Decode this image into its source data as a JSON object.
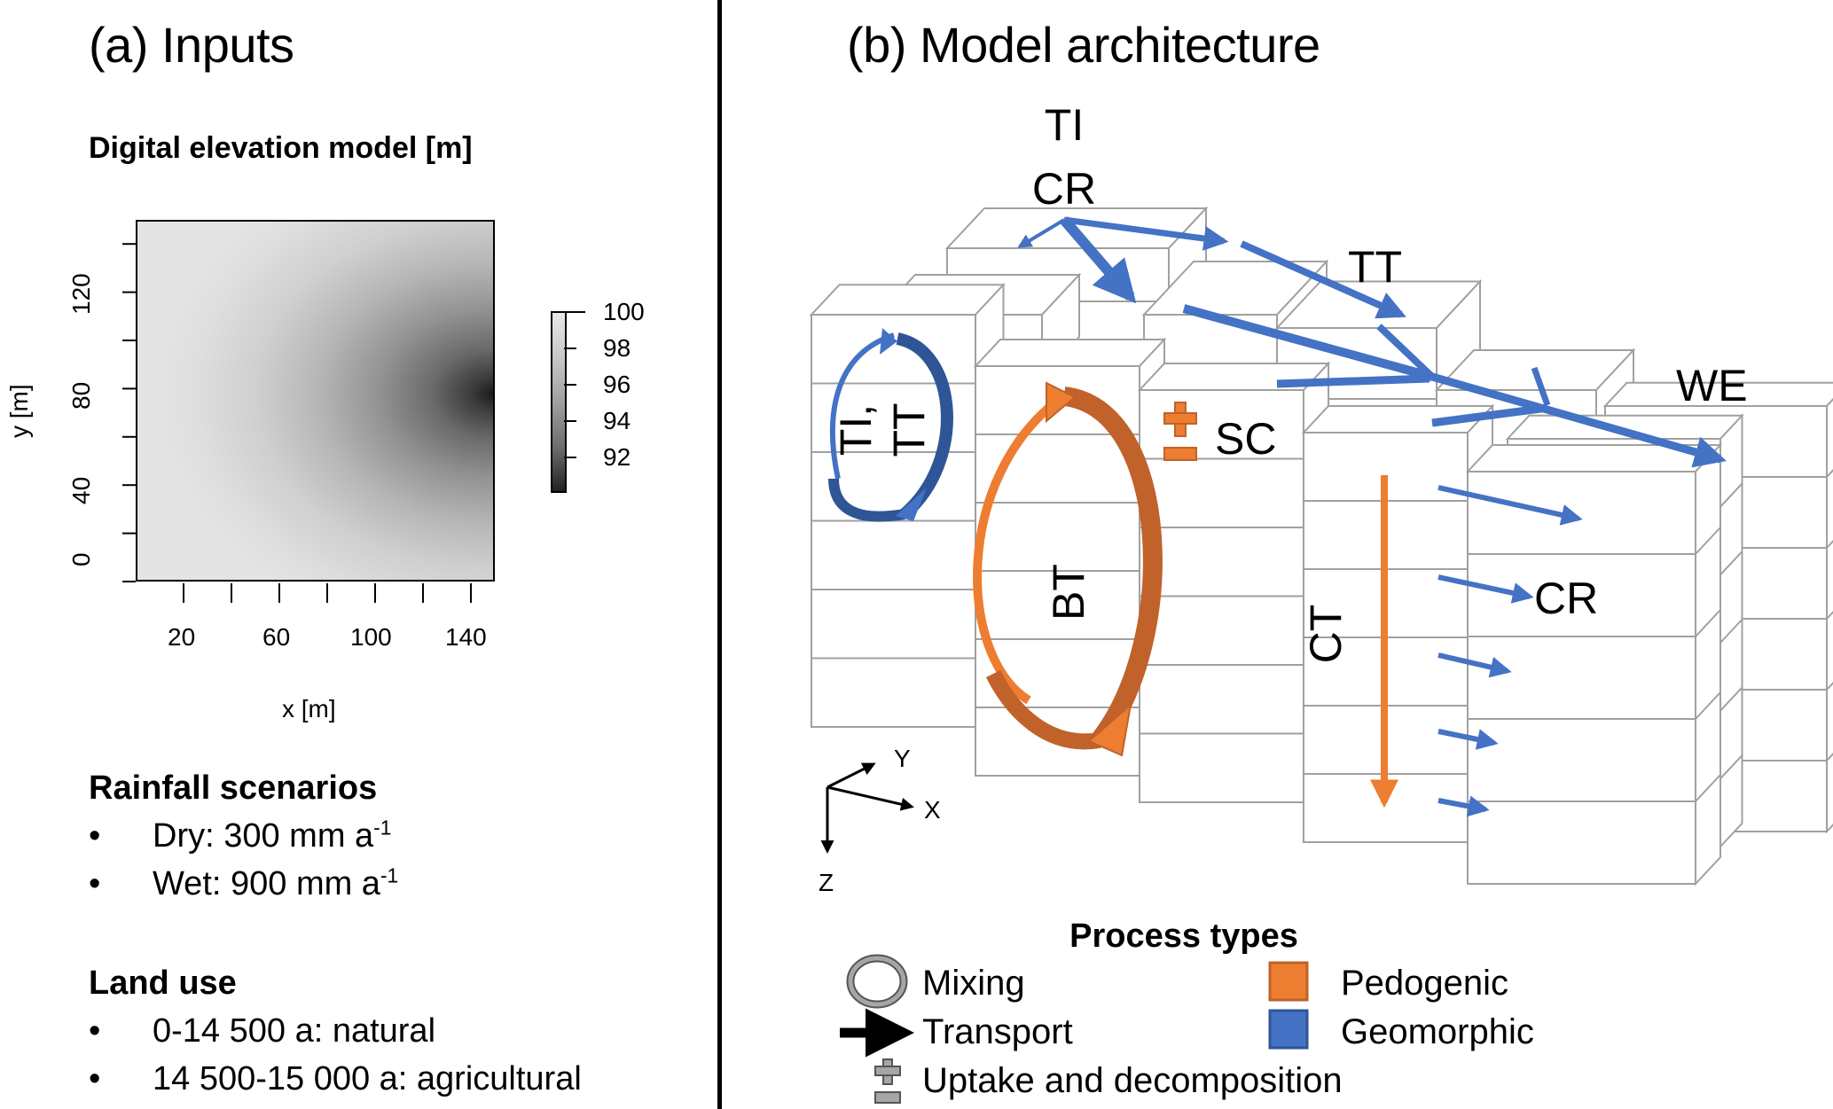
{
  "panel_a": {
    "title": "(a) Inputs",
    "dem": {
      "title": "Digital elevation model [m]",
      "xlabel": "x [m]",
      "ylabel": "y [m]",
      "x_ticks": [
        "20",
        "60",
        "100",
        "140"
      ],
      "y_ticks": [
        "0",
        "40",
        "80",
        "120"
      ],
      "colorbar_ticks": [
        "100",
        "98",
        "96",
        "94",
        "92"
      ]
    },
    "rainfall": {
      "title": "Rainfall scenarios",
      "items": [
        {
          "bullet": "•",
          "text": "Dry: 300 mm a",
          "sup": "-1"
        },
        {
          "bullet": "•",
          "text": "Wet: 900 mm a",
          "sup": "-1"
        }
      ]
    },
    "land_use": {
      "title": "Land use",
      "items": [
        {
          "bullet": "•",
          "text": "0-14 500 a: natural"
        },
        {
          "bullet": "•",
          "text": "14 500-15 000 a: agricultural"
        }
      ]
    }
  },
  "panel_b": {
    "title": "(b) Model architecture",
    "labels": {
      "ti_top": "TI",
      "cr_top": "CR",
      "tt_top": "TT",
      "we": "WE",
      "ti_tt_mix_a": "TI,",
      "ti_tt_mix_b": "TT",
      "bt": "BT",
      "sc": "SC",
      "ct": "CT",
      "cr_right": "CR"
    },
    "axes": {
      "x": "X",
      "y": "Y",
      "z": "Z"
    },
    "legend": {
      "title": "Process types",
      "mixing": "Mixing",
      "transport": "Transport",
      "uptake": "Uptake and decomposition",
      "pedogenic": "Pedogenic",
      "geomorphic": "Geomorphic"
    },
    "colors": {
      "pedogenic": "#ED7D31",
      "pedogenic_dark": "#C0622A",
      "geomorphic": "#4472C4",
      "geomorphic_dark": "#2F5597",
      "grid_line": "#A0A0A0"
    }
  },
  "chart_data": {
    "type": "heatmap",
    "title": "Digital elevation model [m]",
    "xlabel": "x [m]",
    "ylabel": "y [m]",
    "xlim": [
      0,
      150
    ],
    "ylim": [
      0,
      150
    ],
    "x_ticks": [
      20,
      40,
      60,
      80,
      100,
      120,
      140
    ],
    "x_tick_labels": [
      20,
      60,
      100,
      140
    ],
    "y_ticks": [
      0,
      20,
      40,
      60,
      80,
      100,
      120,
      140
    ],
    "y_tick_labels": [
      0,
      40,
      80,
      120
    ],
    "colorbar": {
      "min": 90,
      "max": 100,
      "ticks": [
        92,
        94,
        96,
        98,
        100
      ],
      "colormap": "grayscale (dark=low, light=high)"
    },
    "description": "Elevation highest (~100 m) along left, top and bottom edges; lowest (~90 m) at right edge around y≈75 m"
  }
}
